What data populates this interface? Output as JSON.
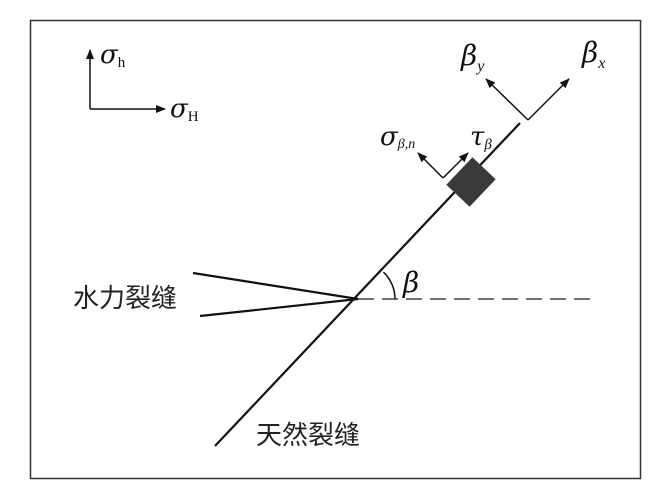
{
  "diagram": {
    "title": "Hydraulic fracture intersecting natural fracture at angle beta",
    "labels": {
      "hydraulic_fracture": "水力裂缝",
      "natural_fracture": "天然裂缝",
      "angle": "β"
    },
    "global_stress_axes": {
      "vertical": {
        "symbol": "σ",
        "subscript": "h"
      },
      "horizontal": {
        "symbol": "σ",
        "subscript": "H"
      }
    },
    "local_axes": {
      "y_axis": {
        "symbol": "β",
        "subscript": "y"
      },
      "x_axis": {
        "symbol": "β",
        "subscript": "x"
      }
    },
    "stress_on_block": {
      "normal": {
        "symbol": "σ",
        "subscript": "β,n"
      },
      "shear": {
        "symbol": "τ",
        "subscript": "β"
      }
    },
    "colors": {
      "line": "#111111",
      "block": "#3a3a3a",
      "frame": "#333333",
      "background": "#ffffff"
    }
  }
}
